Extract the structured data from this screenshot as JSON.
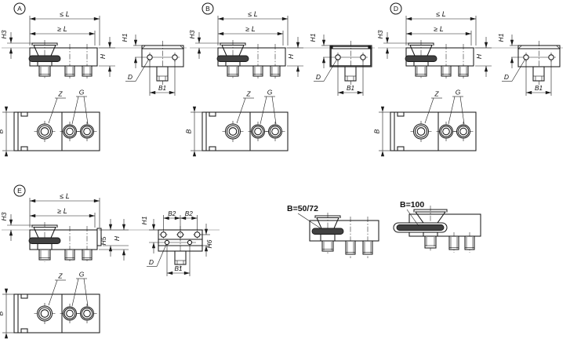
{
  "page": {
    "background": "#ffffff"
  },
  "drawing": {
    "colors": {
      "line": "#1a1a1a",
      "datum_line": "#b8b8b8",
      "insert_fill": "#414141",
      "knurl": "#9c9c9c",
      "text": "#111111",
      "background": "#ffffff"
    },
    "variants": [
      {
        "id": "a",
        "label": "A",
        "face": "plain"
      },
      {
        "id": "b",
        "label": "B",
        "face": "serrated"
      },
      {
        "id": "d",
        "label": "D",
        "face": "plain"
      },
      {
        "id": "e",
        "label": "E",
        "face": "cover-strip"
      }
    ],
    "dim_labels": {
      "length_max": "≤ L",
      "length_min": "≥ L",
      "h3": "H3",
      "h": "H",
      "h1": "H1",
      "h5": "H5",
      "h6": "H6",
      "b": "B",
      "b1": "B1",
      "b2": "B2",
      "z": "Z",
      "g": "G",
      "d": "D"
    },
    "callouts": [
      {
        "label": "B=50/72"
      },
      {
        "label": "B=100"
      }
    ]
  }
}
